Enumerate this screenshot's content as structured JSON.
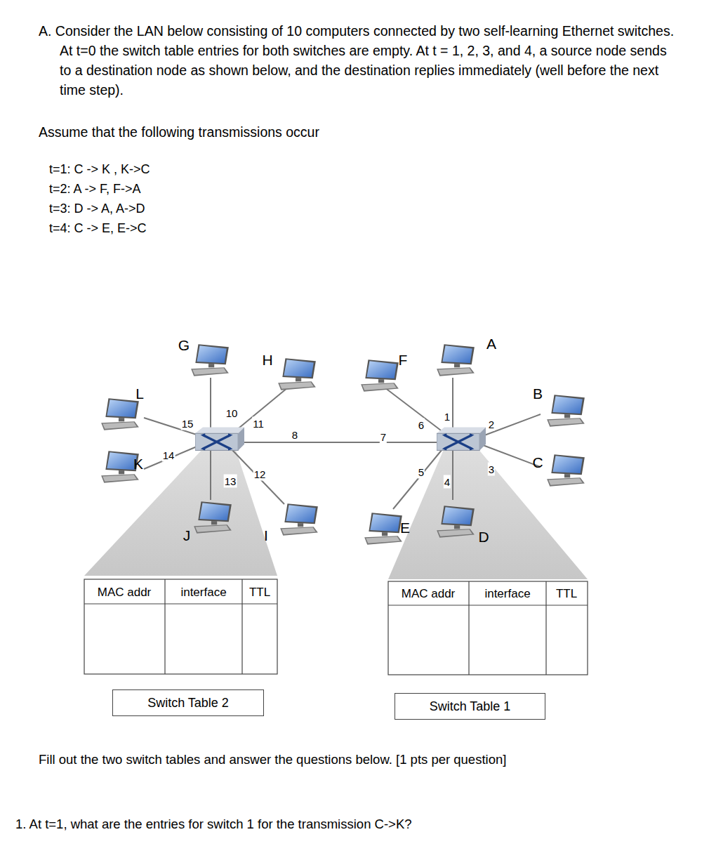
{
  "diagram": {
    "nodes": [
      {
        "text": [
          "Switch Table 2"
        ]
      },
      {
        "text": [
          "Switch Table 1"
        ]
      }
    ],
    "labels": [
      "A. Consider the LAN below consisting of 10 computers connected by two self-learning Ethernet switches. At t=0 the switch table entries for both switches are empty. At t = 1, 2, 3, and 4, a source node sends to a destination node as shown below, and the destination replies immediately (well before the next time step).",
      "Assume that the following transmissions occur",
      "t=1: C -> K , K->C",
      "t=2: A -> F, F->A",
      "t=3: D -> A, A->D",
      "t=4: C -> E, E->C",
      "G",
      "H",
      "F",
      "A",
      "L",
      "B",
      "K",
      "C",
      "J",
      "I",
      "E",
      "D",
      "15",
      "10",
      "11",
      "8",
      "7",
      "6",
      "1",
      "2",
      "14",
      "13",
      "12",
      "5",
      "4",
      "3",
      "MAC addr",
      "interface",
      "TTL",
      "MAC addr",
      "interface",
      "TTL",
      "Fill out the two switch tables and answer the questions below. [1 pts per question]",
      "1.  At t=1, what are the entries for switch 1 for the transmission C->K?"
    ]
  }
}
